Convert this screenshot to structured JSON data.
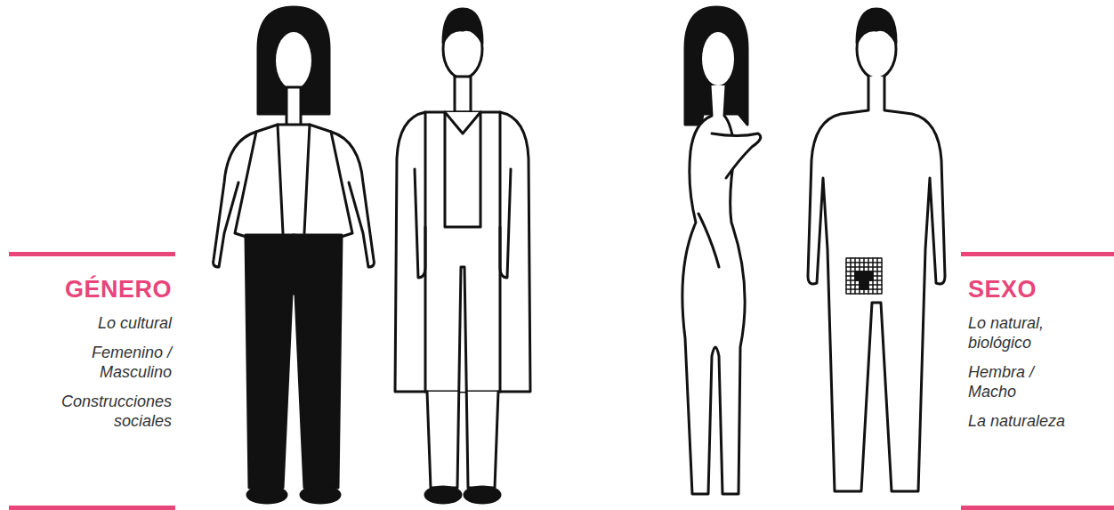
{
  "diagram": {
    "nodes": [
      {
        "text": [
          "GÉNERO",
          "Lo cultural",
          "Femenino / Masculino",
          "Construcciones sociales"
        ]
      },
      {
        "text": [
          "SEXO",
          "Lo natural, biológico",
          "Hembra / Macho",
          "La naturaleza"
        ]
      }
    ]
  }
}
